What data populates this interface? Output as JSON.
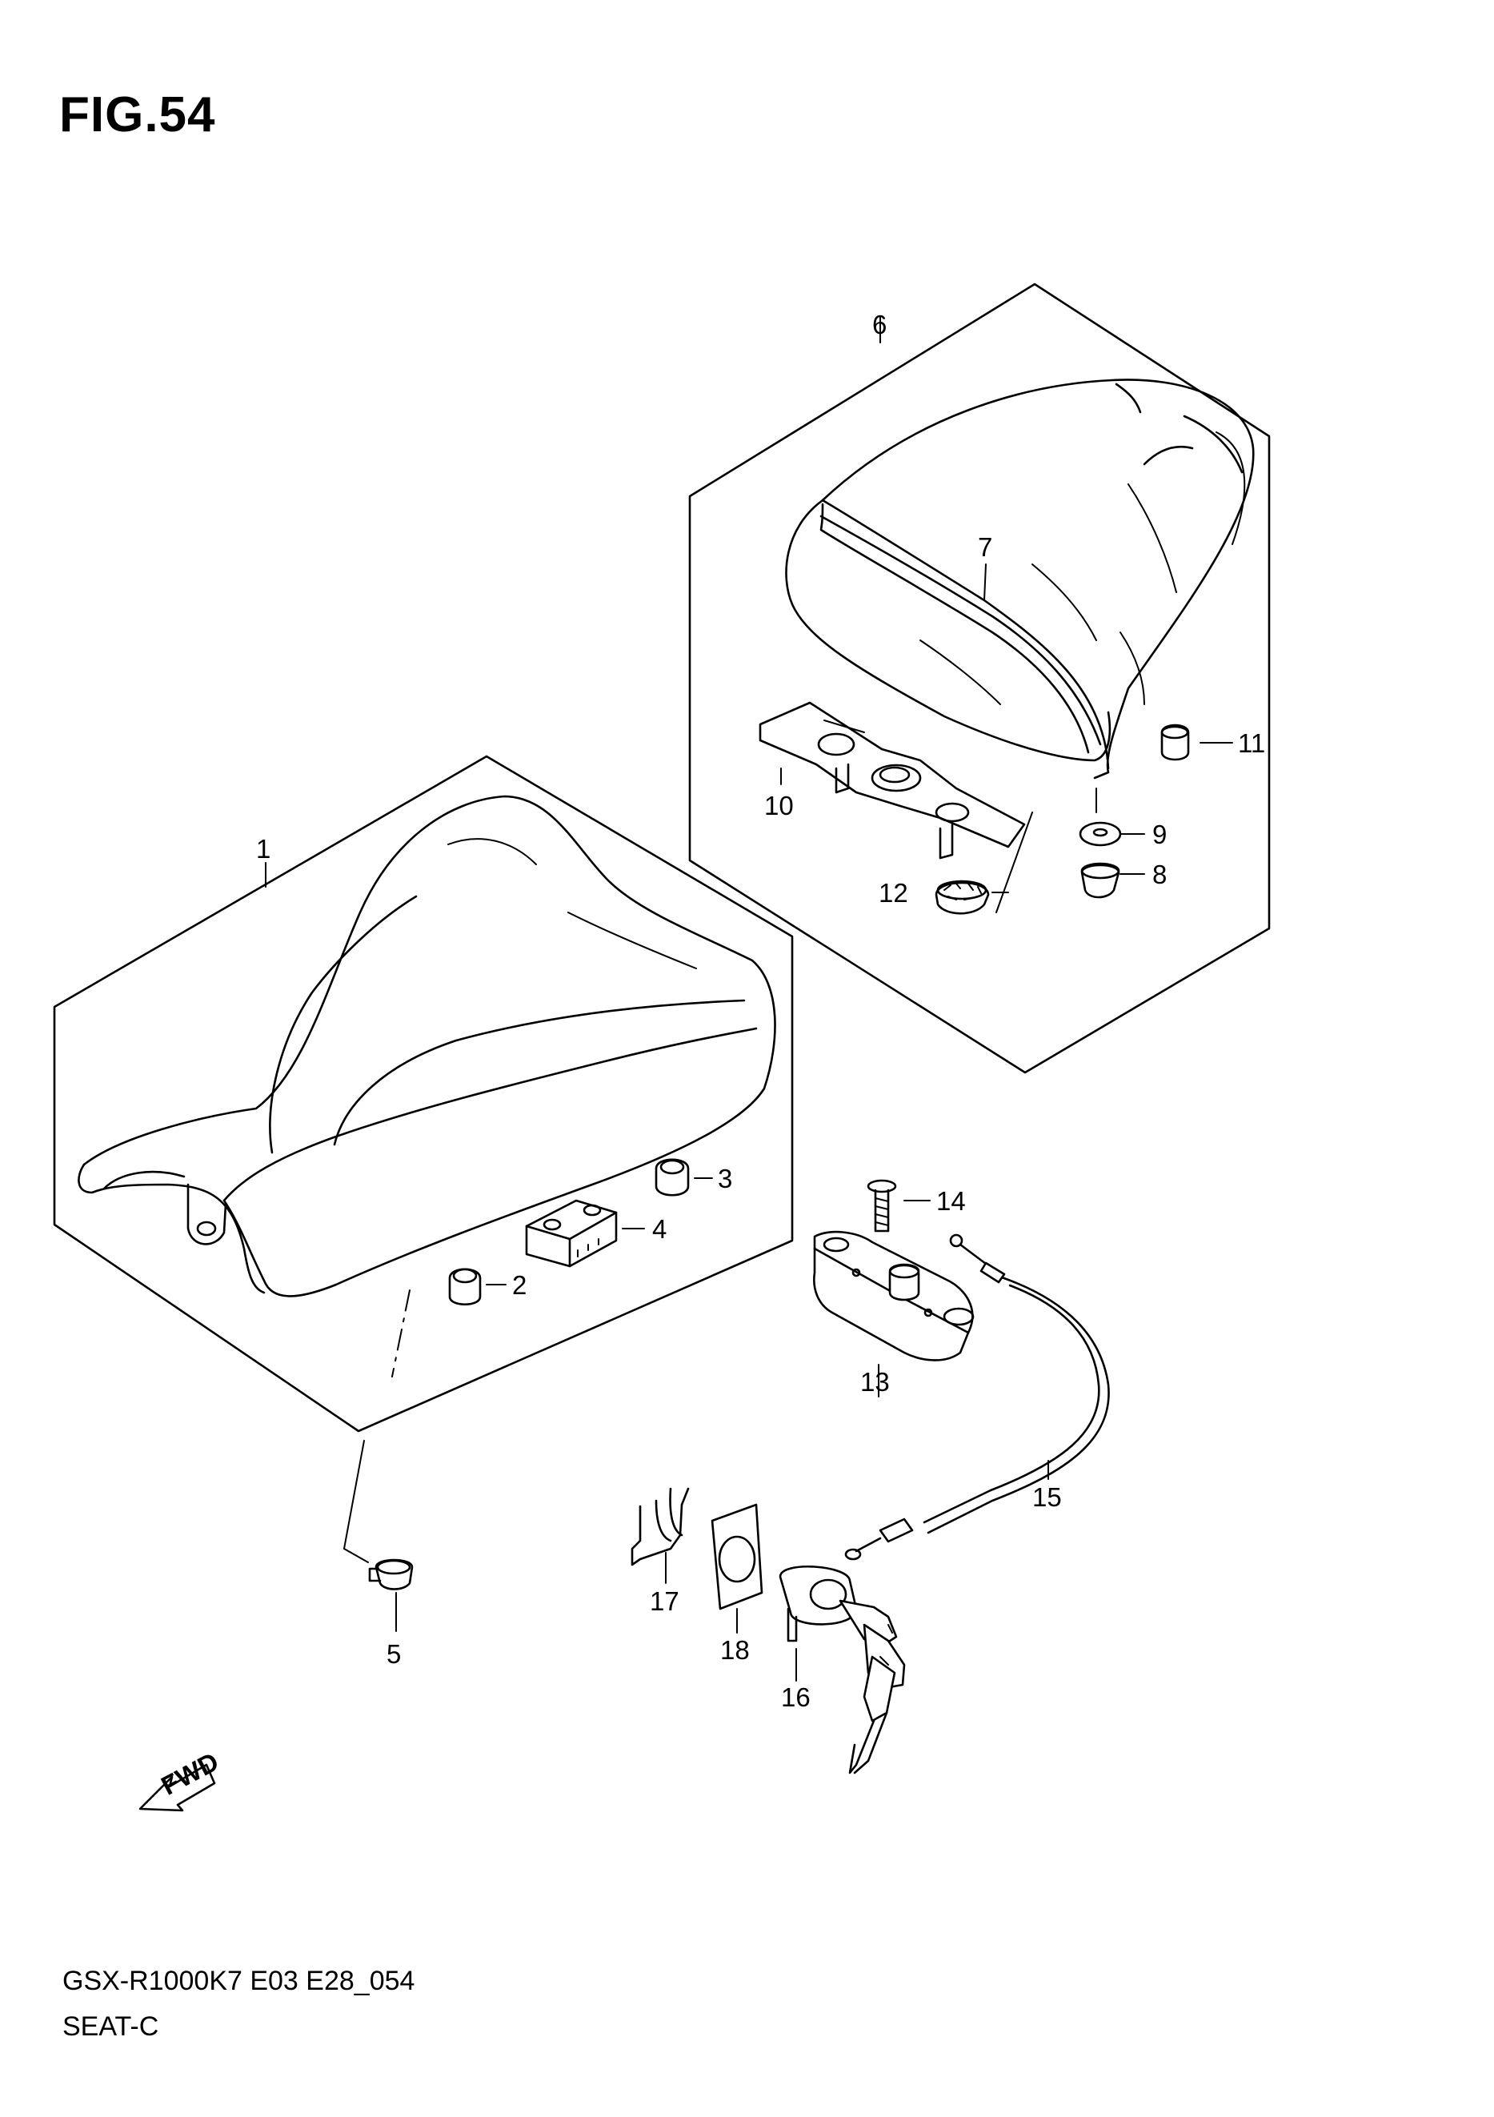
{
  "figure": {
    "title": "FIG.54"
  },
  "footer": {
    "model_code": "GSX-R1000K7 E03 E28_054",
    "section_name": "SEAT-C"
  },
  "direction_arrow": {
    "label": "FWD",
    "icon": "forward-arrow-icon"
  },
  "callouts": {
    "1": "1",
    "2": "2",
    "3": "3",
    "4": "4",
    "5": "5",
    "6": "6",
    "7": "7",
    "8": "8",
    "9": "9",
    "10": "10",
    "11": "11",
    "12": "12",
    "13": "13",
    "14": "14",
    "15": "15",
    "16": "16",
    "17": "17",
    "18": "18"
  }
}
